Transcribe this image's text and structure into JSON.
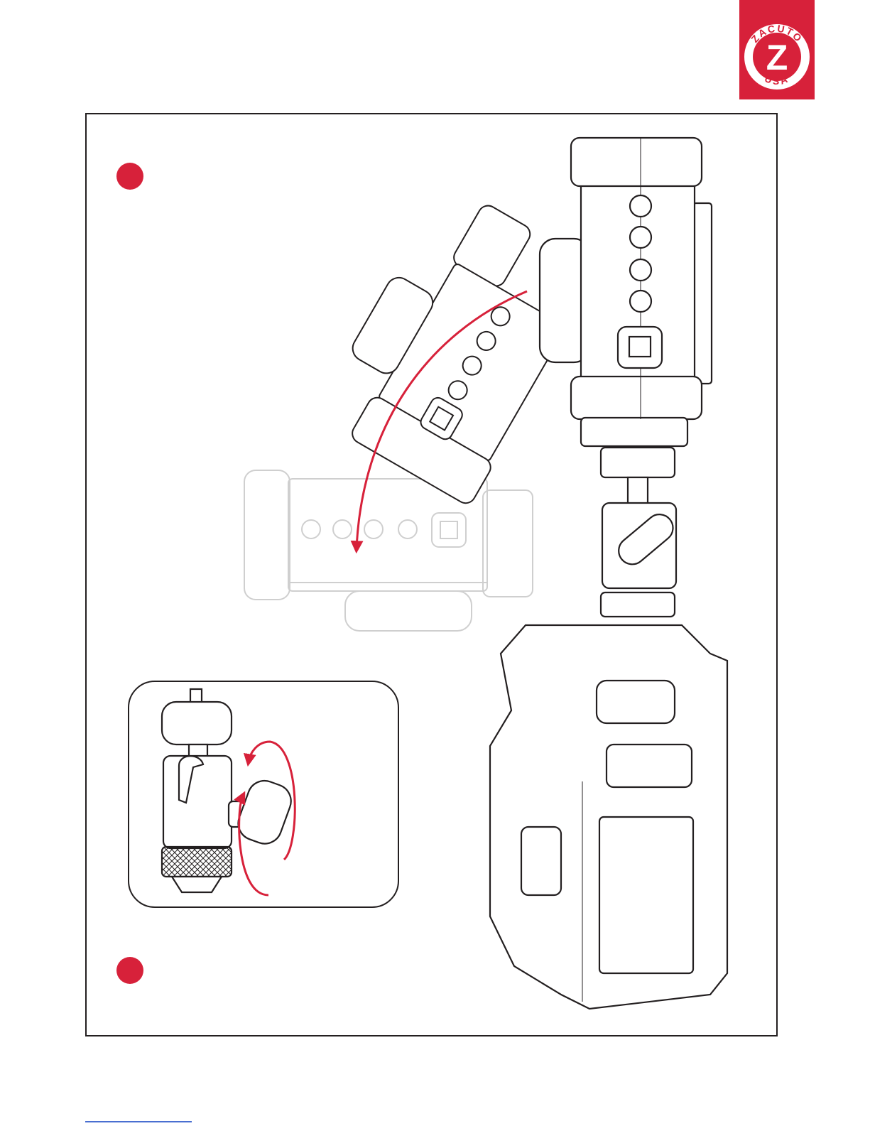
{
  "brand": {
    "logo_text_top": "ZACUTO",
    "logo_letter": "Z",
    "logo_text_bottom": "USA",
    "logo_color": "#d7213a"
  },
  "steps": [
    {
      "marker": "step-1-marker",
      "color": "#d7213a"
    },
    {
      "marker": "step-2-marker",
      "color": "#d7213a"
    }
  ],
  "colors": {
    "accent": "#d7213a",
    "line": "#231f20",
    "faded": "#c8c8c8",
    "bottom_line": "#4a6fd1"
  },
  "icons": {
    "rotate_arrow": "curved-arrow-icon",
    "tighten_arrow": "circular-arrow-icon"
  }
}
